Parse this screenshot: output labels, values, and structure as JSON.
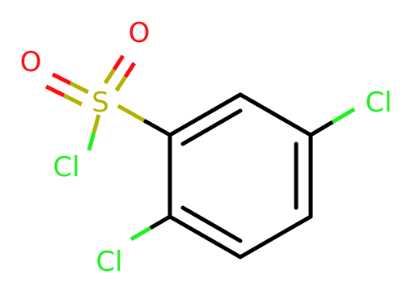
{
  "molecule": {
    "atoms": {
      "o1": "O",
      "o2": "O",
      "s": "S",
      "cl_sulfonyl": "Cl",
      "cl_ring_right": "Cl",
      "cl_ring_bottom": "Cl"
    },
    "colors": {
      "bond": "#000000",
      "oxygen": "#ff0d0d",
      "sulfur": "#b2b200",
      "chlorine": "#1ff01f"
    }
  }
}
